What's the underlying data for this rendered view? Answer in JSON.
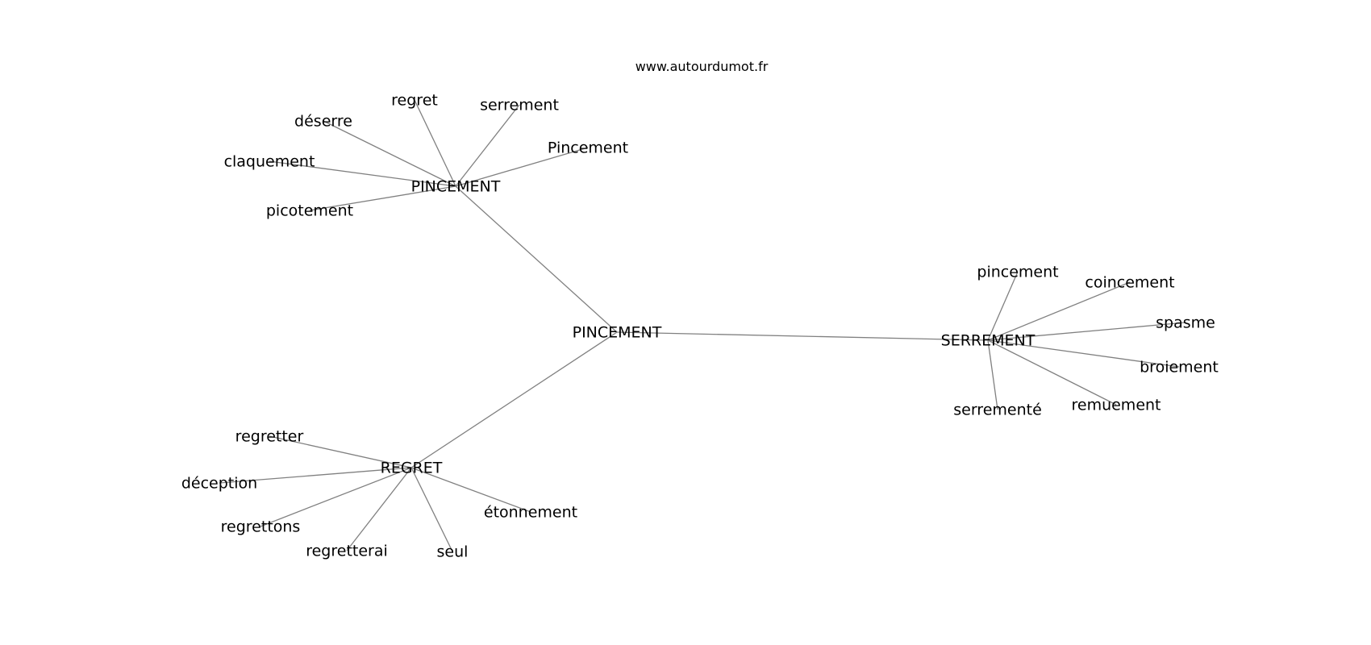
{
  "watermark": "www.autourdumot.fr",
  "colors": {
    "edge": "#808080",
    "text": "#000000",
    "background": "#ffffff"
  },
  "nodes": [
    {
      "id": "center",
      "label": "PINCEMENT"
    },
    {
      "id": "hub-pincement",
      "label": "PINCEMENT"
    },
    {
      "id": "hub-serrement",
      "label": "SERREMENT"
    },
    {
      "id": "hub-regret",
      "label": "REGRET"
    },
    {
      "id": "p-regret",
      "label": "regret"
    },
    {
      "id": "p-serrement",
      "label": "serrement"
    },
    {
      "id": "p-deserre",
      "label": "déserre"
    },
    {
      "id": "p-pincement-cap",
      "label": "Pincement"
    },
    {
      "id": "p-claquement",
      "label": "claquement"
    },
    {
      "id": "p-picotement",
      "label": "picotement"
    },
    {
      "id": "s-pincement",
      "label": "pincement"
    },
    {
      "id": "s-coincement",
      "label": "coincement"
    },
    {
      "id": "s-spasme",
      "label": "spasme"
    },
    {
      "id": "s-broiement",
      "label": "broiement"
    },
    {
      "id": "s-remuement",
      "label": "remuement"
    },
    {
      "id": "s-serremente",
      "label": "serrementé"
    },
    {
      "id": "r-regretter",
      "label": "regretter"
    },
    {
      "id": "r-deception",
      "label": "déception"
    },
    {
      "id": "r-regrettons",
      "label": "regrettons"
    },
    {
      "id": "r-regretterai",
      "label": "regretterai"
    },
    {
      "id": "r-seul",
      "label": "seul"
    },
    {
      "id": "r-etonnement",
      "label": "étonnement"
    }
  ],
  "edges": [
    [
      "center",
      "hub-pincement"
    ],
    [
      "center",
      "hub-serrement"
    ],
    [
      "center",
      "hub-regret"
    ],
    [
      "hub-pincement",
      "p-regret"
    ],
    [
      "hub-pincement",
      "p-serrement"
    ],
    [
      "hub-pincement",
      "p-deserre"
    ],
    [
      "hub-pincement",
      "p-pincement-cap"
    ],
    [
      "hub-pincement",
      "p-claquement"
    ],
    [
      "hub-pincement",
      "p-picotement"
    ],
    [
      "hub-serrement",
      "s-pincement"
    ],
    [
      "hub-serrement",
      "s-coincement"
    ],
    [
      "hub-serrement",
      "s-spasme"
    ],
    [
      "hub-serrement",
      "s-broiement"
    ],
    [
      "hub-serrement",
      "s-remuement"
    ],
    [
      "hub-serrement",
      "s-serremente"
    ],
    [
      "hub-regret",
      "r-regretter"
    ],
    [
      "hub-regret",
      "r-deception"
    ],
    [
      "hub-regret",
      "r-regrettons"
    ],
    [
      "hub-regret",
      "r-regretterai"
    ],
    [
      "hub-regret",
      "r-seul"
    ],
    [
      "hub-regret",
      "r-etonnement"
    ]
  ]
}
